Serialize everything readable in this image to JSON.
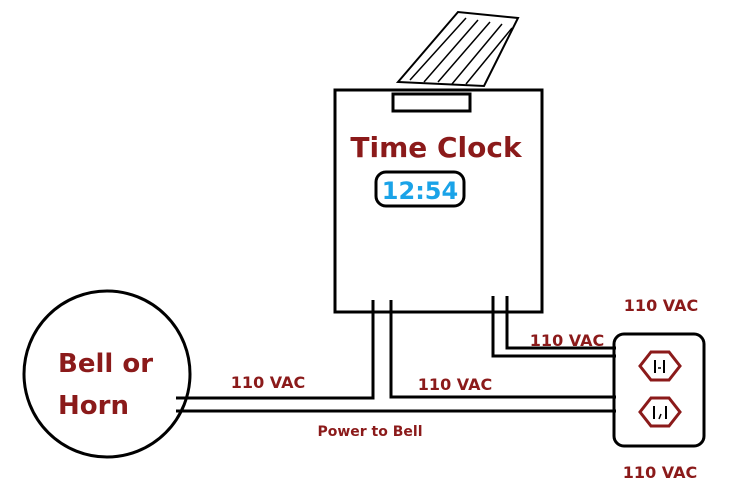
{
  "colors": {
    "label": "#8b1a1a",
    "display_text": "#1aa3e8",
    "line": "#000000"
  },
  "time_clock": {
    "title": "Time Clock",
    "display": "12:54"
  },
  "bell": {
    "label_line1": "Bell or",
    "label_line2": "Horn"
  },
  "labels": {
    "voltage_top_right": "110 VAC",
    "voltage_bottom_right": "110 VAC",
    "voltage_clock_to_outlet": "110 VAC",
    "voltage_bell_wire": "110 VAC",
    "voltage_middle_wire": "110 VAC",
    "power_to_bell": "Power to Bell"
  }
}
